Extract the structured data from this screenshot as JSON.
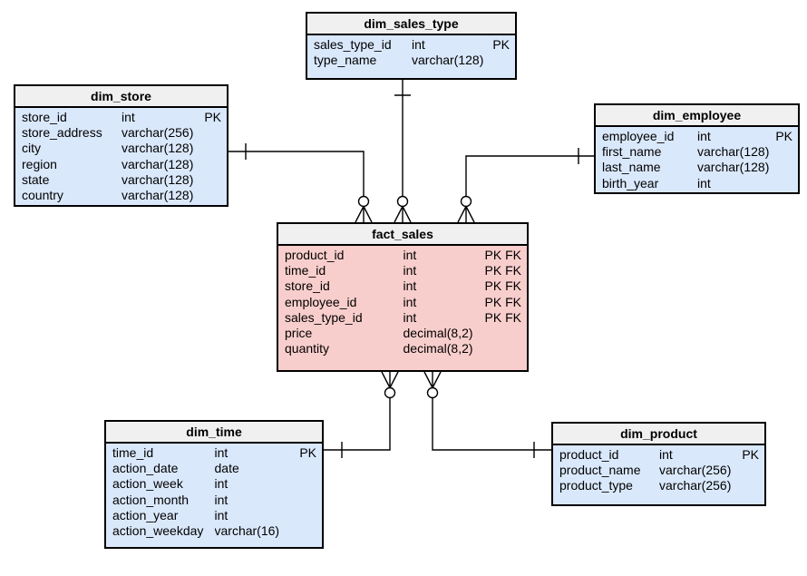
{
  "colors": {
    "dimension_fill": "#dae8fc",
    "fact_fill": "#f8cecc",
    "header_fill": "#f0f0f0",
    "border": "#000000",
    "connector": "#000000",
    "background": "#ffffff"
  },
  "tables": [
    {
      "id": "dim_sales_type",
      "title": "dim_sales_type",
      "kind": "dimension",
      "columns": [
        {
          "name": "sales_type_id",
          "type": "int",
          "key": "PK"
        },
        {
          "name": "type_name",
          "type": "varchar(128)",
          "key": ""
        }
      ]
    },
    {
      "id": "dim_store",
      "title": "dim_store",
      "kind": "dimension",
      "columns": [
        {
          "name": "store_id",
          "type": "int",
          "key": "PK"
        },
        {
          "name": "store_address",
          "type": "varchar(256)",
          "key": ""
        },
        {
          "name": "city",
          "type": "varchar(128)",
          "key": ""
        },
        {
          "name": "region",
          "type": "varchar(128)",
          "key": ""
        },
        {
          "name": "state",
          "type": "varchar(128)",
          "key": ""
        },
        {
          "name": "country",
          "type": "varchar(128)",
          "key": ""
        }
      ]
    },
    {
      "id": "dim_employee",
      "title": "dim_employee",
      "kind": "dimension",
      "columns": [
        {
          "name": "employee_id",
          "type": "int",
          "key": "PK"
        },
        {
          "name": "first_name",
          "type": "varchar(128)",
          "key": ""
        },
        {
          "name": "last_name",
          "type": "varchar(128)",
          "key": ""
        },
        {
          "name": "birth_year",
          "type": "int",
          "key": ""
        }
      ]
    },
    {
      "id": "fact_sales",
      "title": "fact_sales",
      "kind": "fact",
      "columns": [
        {
          "name": "product_id",
          "type": "int",
          "key": "PK FK"
        },
        {
          "name": "time_id",
          "type": "int",
          "key": "PK FK"
        },
        {
          "name": "store_id",
          "type": "int",
          "key": "PK FK"
        },
        {
          "name": "employee_id",
          "type": "int",
          "key": "PK FK"
        },
        {
          "name": "sales_type_id",
          "type": "int",
          "key": "PK FK"
        },
        {
          "name": "price",
          "type": "decimal(8,2)",
          "key": ""
        },
        {
          "name": "quantity",
          "type": "decimal(8,2)",
          "key": ""
        }
      ]
    },
    {
      "id": "dim_time",
      "title": "dim_time",
      "kind": "dimension",
      "columns": [
        {
          "name": "time_id",
          "type": "int",
          "key": "PK"
        },
        {
          "name": "action_date",
          "type": "date",
          "key": ""
        },
        {
          "name": "action_week",
          "type": "int",
          "key": ""
        },
        {
          "name": "action_month",
          "type": "int",
          "key": ""
        },
        {
          "name": "action_year",
          "type": "int",
          "key": ""
        },
        {
          "name": "action_weekday",
          "type": "varchar(16)",
          "key": ""
        }
      ]
    },
    {
      "id": "dim_product",
      "title": "dim_product",
      "kind": "dimension",
      "columns": [
        {
          "name": "product_id",
          "type": "int",
          "key": "PK"
        },
        {
          "name": "product_name",
          "type": "varchar(256)",
          "key": ""
        },
        {
          "name": "product_type",
          "type": "varchar(256)",
          "key": ""
        }
      ]
    }
  ],
  "relationships": [
    {
      "dimension_table": "dim_store",
      "fact_table": "fact_sales",
      "dimension_end": "one",
      "fact_end": "zero-or-many"
    },
    {
      "dimension_table": "dim_sales_type",
      "fact_table": "fact_sales",
      "dimension_end": "one",
      "fact_end": "zero-or-many"
    },
    {
      "dimension_table": "dim_employee",
      "fact_table": "fact_sales",
      "dimension_end": "one",
      "fact_end": "zero-or-many"
    },
    {
      "dimension_table": "dim_time",
      "fact_table": "fact_sales",
      "dimension_end": "one",
      "fact_end": "zero-or-many"
    },
    {
      "dimension_table": "dim_product",
      "fact_table": "fact_sales",
      "dimension_end": "one",
      "fact_end": "zero-or-many"
    }
  ]
}
